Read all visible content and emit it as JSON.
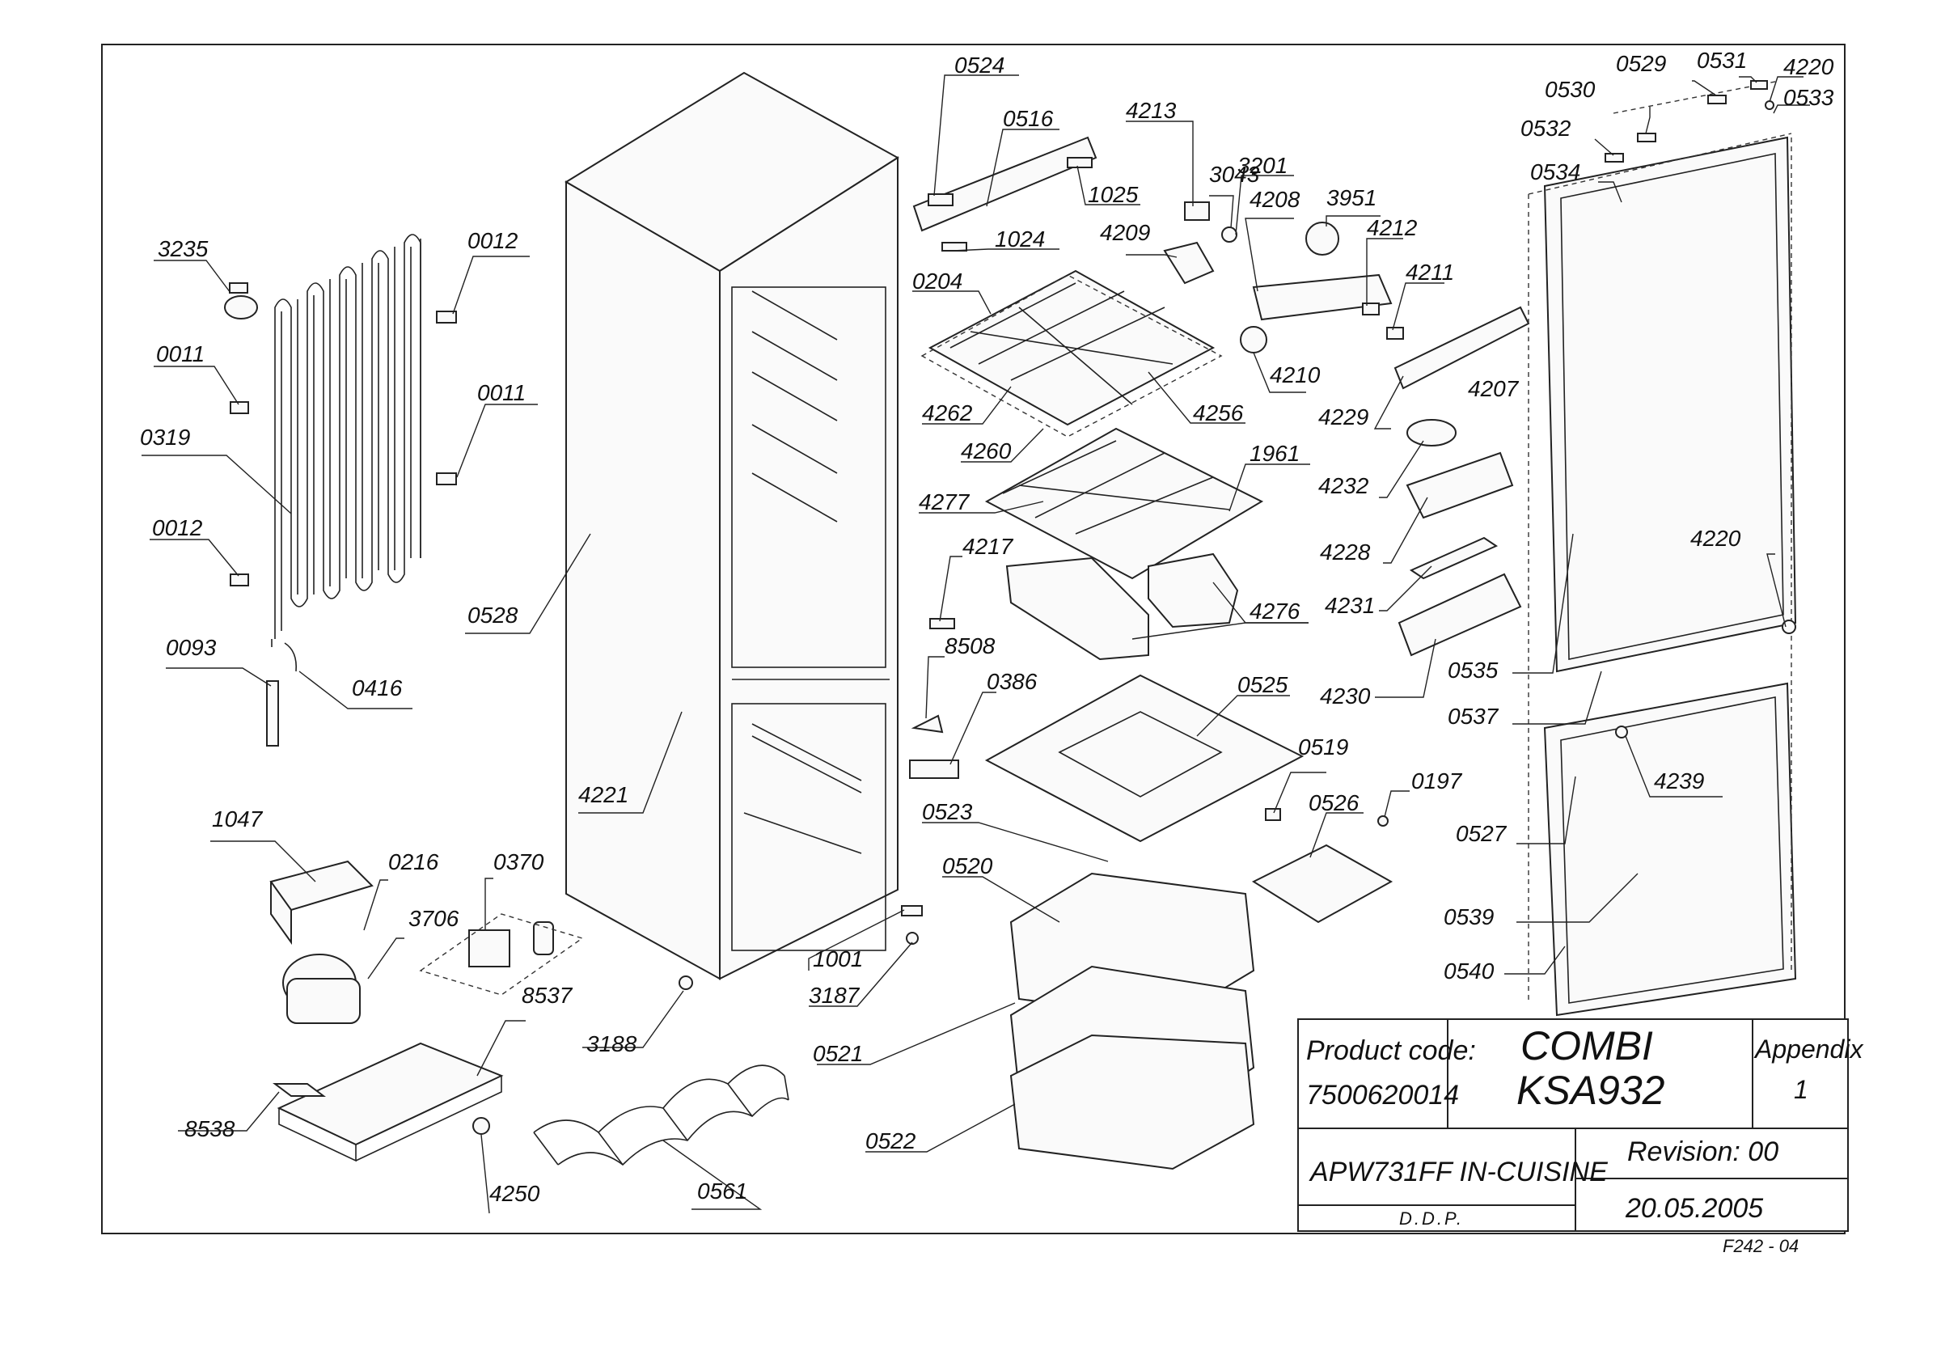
{
  "labels": [
    {
      "id": "0524",
      "text": "0524"
    },
    {
      "id": "0516",
      "text": "0516"
    },
    {
      "id": "1025",
      "text": "1025"
    },
    {
      "id": "1024",
      "text": "1024"
    },
    {
      "id": "0204",
      "text": "0204"
    },
    {
      "id": "4262",
      "text": "4262"
    },
    {
      "id": "4260",
      "text": "4260"
    },
    {
      "id": "4256",
      "text": "4256"
    },
    {
      "id": "4277",
      "text": "4277"
    },
    {
      "id": "1961",
      "text": "1961"
    },
    {
      "id": "4217",
      "text": "4217"
    },
    {
      "id": "4276",
      "text": "4276"
    },
    {
      "id": "8508",
      "text": "8508"
    },
    {
      "id": "0386",
      "text": "0386"
    },
    {
      "id": "0525",
      "text": "0525"
    },
    {
      "id": "0523",
      "text": "0523"
    },
    {
      "id": "0520",
      "text": "0520"
    },
    {
      "id": "1001",
      "text": "1001"
    },
    {
      "id": "3187",
      "text": "3187"
    },
    {
      "id": "0521",
      "text": "0521"
    },
    {
      "id": "0522",
      "text": "0522"
    },
    {
      "id": "4213",
      "text": "4213"
    },
    {
      "id": "3043",
      "text": "3043"
    },
    {
      "id": "3201",
      "text": "3201"
    },
    {
      "id": "4208",
      "text": "4208"
    },
    {
      "id": "3951",
      "text": "3951"
    },
    {
      "id": "4209",
      "text": "4209"
    },
    {
      "id": "4212",
      "text": "4212"
    },
    {
      "id": "4211",
      "text": "4211"
    },
    {
      "id": "4210",
      "text": "4210"
    },
    {
      "id": "4229",
      "text": "4229"
    },
    {
      "id": "4207",
      "text": "4207"
    },
    {
      "id": "4232",
      "text": "4232"
    },
    {
      "id": "4228",
      "text": "4228"
    },
    {
      "id": "4231",
      "text": "4231"
    },
    {
      "id": "4230",
      "text": "4230"
    },
    {
      "id": "0519",
      "text": "0519"
    },
    {
      "id": "0526",
      "text": "0526"
    },
    {
      "id": "0197",
      "text": "0197"
    },
    {
      "id": "0529",
      "text": "0529"
    },
    {
      "id": "0531",
      "text": "0531"
    },
    {
      "id": "4220a",
      "text": "4220"
    },
    {
      "id": "0533",
      "text": "0533"
    },
    {
      "id": "0530",
      "text": "0530"
    },
    {
      "id": "0532",
      "text": "0532"
    },
    {
      "id": "0534",
      "text": "0534"
    },
    {
      "id": "4220b",
      "text": "4220"
    },
    {
      "id": "0535",
      "text": "0535"
    },
    {
      "id": "0537",
      "text": "0537"
    },
    {
      "id": "4239",
      "text": "4239"
    },
    {
      "id": "0527",
      "text": "0527"
    },
    {
      "id": "0539",
      "text": "0539"
    },
    {
      "id": "0540",
      "text": "0540"
    },
    {
      "id": "3235",
      "text": "3235"
    },
    {
      "id": "0012a",
      "text": "0012"
    },
    {
      "id": "0011a",
      "text": "0011"
    },
    {
      "id": "0011b",
      "text": "0011"
    },
    {
      "id": "0319",
      "text": "0319"
    },
    {
      "id": "0012b",
      "text": "0012"
    },
    {
      "id": "0093",
      "text": "0093"
    },
    {
      "id": "0416",
      "text": "0416"
    },
    {
      "id": "0528",
      "text": "0528"
    },
    {
      "id": "4221",
      "text": "4221"
    },
    {
      "id": "1047",
      "text": "1047"
    },
    {
      "id": "0216",
      "text": "0216"
    },
    {
      "id": "0370",
      "text": "0370"
    },
    {
      "id": "3706",
      "text": "3706"
    },
    {
      "id": "8537",
      "text": "8537"
    },
    {
      "id": "8538",
      "text": "8538"
    },
    {
      "id": "4250",
      "text": "4250"
    },
    {
      "id": "3188",
      "text": "3188"
    },
    {
      "id": "0561",
      "text": "0561"
    }
  ],
  "title_block": {
    "product_code_label": "Product code:",
    "product_code": "7500620014",
    "model_line1": "COMBI",
    "model_line2": "KSA932",
    "appendix_label": "Appendix",
    "appendix_value": "1",
    "variant": "APW731FF IN-CUISINE",
    "revision": "Revision: 00",
    "ddp": "D.D.P.",
    "date": "20.05.2005"
  },
  "drawing_code": "F242 - 04"
}
